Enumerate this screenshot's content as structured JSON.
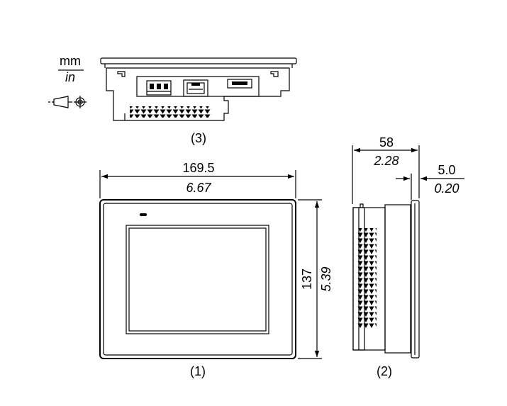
{
  "units": {
    "primary": "mm",
    "secondary": "in"
  },
  "views": {
    "top": {
      "caption": "(3)"
    },
    "front": {
      "caption": "(1)"
    },
    "side": {
      "caption": "(2)"
    }
  },
  "dimensions": {
    "width": {
      "mm": "169.5",
      "in": "6.67"
    },
    "height": {
      "mm": "137",
      "in": "5.39"
    },
    "depth": {
      "mm": "58",
      "in": "2.28"
    },
    "bezel": {
      "mm": "5.0",
      "in": "0.20"
    }
  },
  "icons": [
    "third-angle-projection-icon"
  ]
}
